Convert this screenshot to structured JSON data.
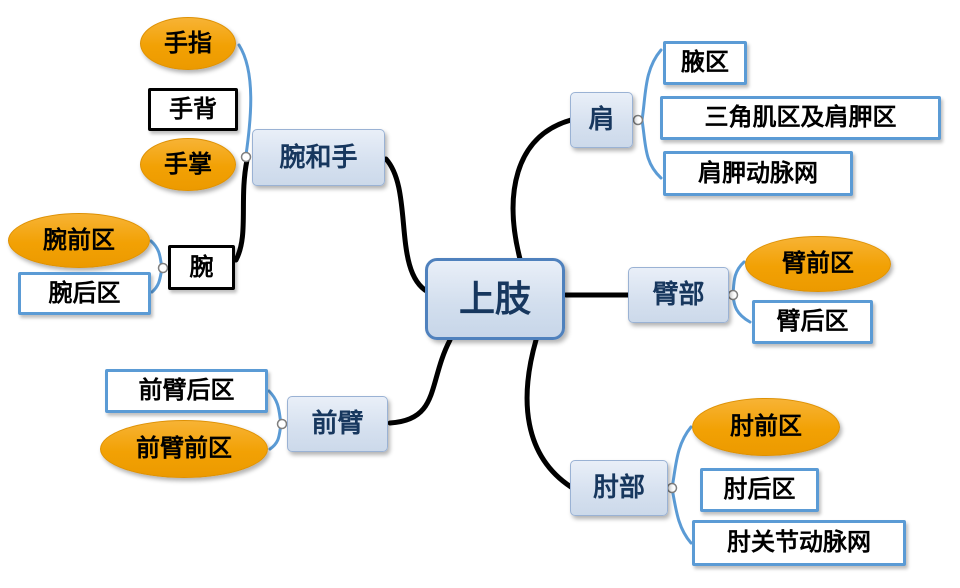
{
  "diagram": {
    "type": "mindmap",
    "center": {
      "label": "上肢"
    },
    "branches": [
      {
        "label": "腕和手",
        "children": [
          {
            "label": "手指",
            "shape": "ellipse-orange"
          },
          {
            "label": "手背",
            "shape": "rect-black"
          },
          {
            "label": "手掌",
            "shape": "ellipse-orange"
          },
          {
            "label": "腕",
            "shape": "rect-black",
            "children": [
              {
                "label": "腕前区",
                "shape": "ellipse-orange"
              },
              {
                "label": "腕后区",
                "shape": "rect-blue"
              }
            ]
          }
        ]
      },
      {
        "label": "肩",
        "children": [
          {
            "label": "腋区",
            "shape": "rect-blue"
          },
          {
            "label": "三角肌区及肩胛区",
            "shape": "rect-blue"
          },
          {
            "label": "肩胛动脉网",
            "shape": "rect-blue"
          }
        ]
      },
      {
        "label": "臂部",
        "children": [
          {
            "label": "臂前区",
            "shape": "ellipse-orange"
          },
          {
            "label": "臂后区",
            "shape": "rect-blue"
          }
        ]
      },
      {
        "label": "肘部",
        "children": [
          {
            "label": "肘前区",
            "shape": "ellipse-orange"
          },
          {
            "label": "肘后区",
            "shape": "rect-blue"
          },
          {
            "label": "肘关节动脉网",
            "shape": "rect-blue"
          }
        ]
      },
      {
        "label": "前臂",
        "children": [
          {
            "label": "前臂后区",
            "shape": "rect-blue"
          },
          {
            "label": "前臂前区",
            "shape": "ellipse-orange"
          }
        ]
      }
    ],
    "colors": {
      "accent_blue": "#5b9bd5",
      "node_fill": "#dbe5f1",
      "node_border": "#4f81bd",
      "orange": "#f2a104",
      "text_dark": "#17375e",
      "line_black": "#000000"
    }
  }
}
